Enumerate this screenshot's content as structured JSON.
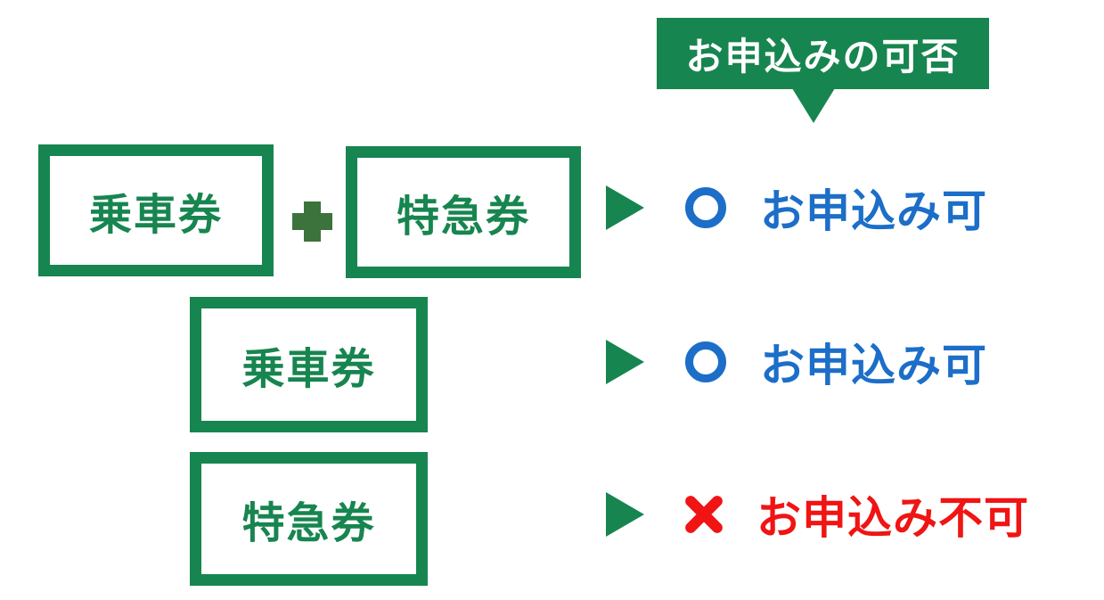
{
  "colors": {
    "green": "#17854f",
    "plus_green": "#3c733c",
    "blue": "#1c6ec8",
    "red": "#f01414",
    "badge_text": "#ffffff",
    "background": "#ffffff"
  },
  "badge": {
    "label": "お申込みの可否"
  },
  "rows": [
    {
      "tickets": [
        "乗車券",
        "特急券"
      ],
      "operator": "+",
      "status": {
        "symbol": "circle",
        "mark": "〇",
        "label": "お申込み可",
        "color": "#1c6ec8"
      }
    },
    {
      "tickets": [
        "乗車券"
      ],
      "status": {
        "symbol": "circle",
        "mark": "〇",
        "label": "お申込み可",
        "color": "#1c6ec8"
      }
    },
    {
      "tickets": [
        "特急券"
      ],
      "status": {
        "symbol": "cross",
        "mark": "✕",
        "label": "お申込み不可",
        "color": "#f01414"
      }
    }
  ]
}
